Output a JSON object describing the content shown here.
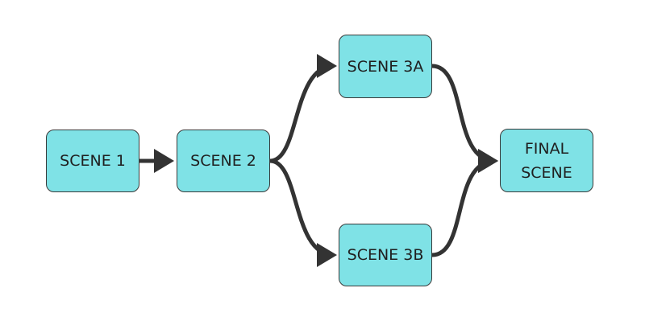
{
  "colors": {
    "node_fill": "#7fe2e6",
    "node_border": "#3a3a3a",
    "arrow": "#333333",
    "background": "#ffffff"
  },
  "nodes": {
    "scene1": "SCENE 1",
    "scene2": "SCENE 2",
    "scene3a": "SCENE 3A",
    "scene3b": "SCENE 3B",
    "final": "FINAL\nSCENE"
  },
  "edges": [
    {
      "from": "scene1",
      "to": "scene2"
    },
    {
      "from": "scene2",
      "to": "scene3a"
    },
    {
      "from": "scene2",
      "to": "scene3b"
    },
    {
      "from": "scene3a",
      "to": "final"
    },
    {
      "from": "scene3b",
      "to": "final"
    }
  ]
}
